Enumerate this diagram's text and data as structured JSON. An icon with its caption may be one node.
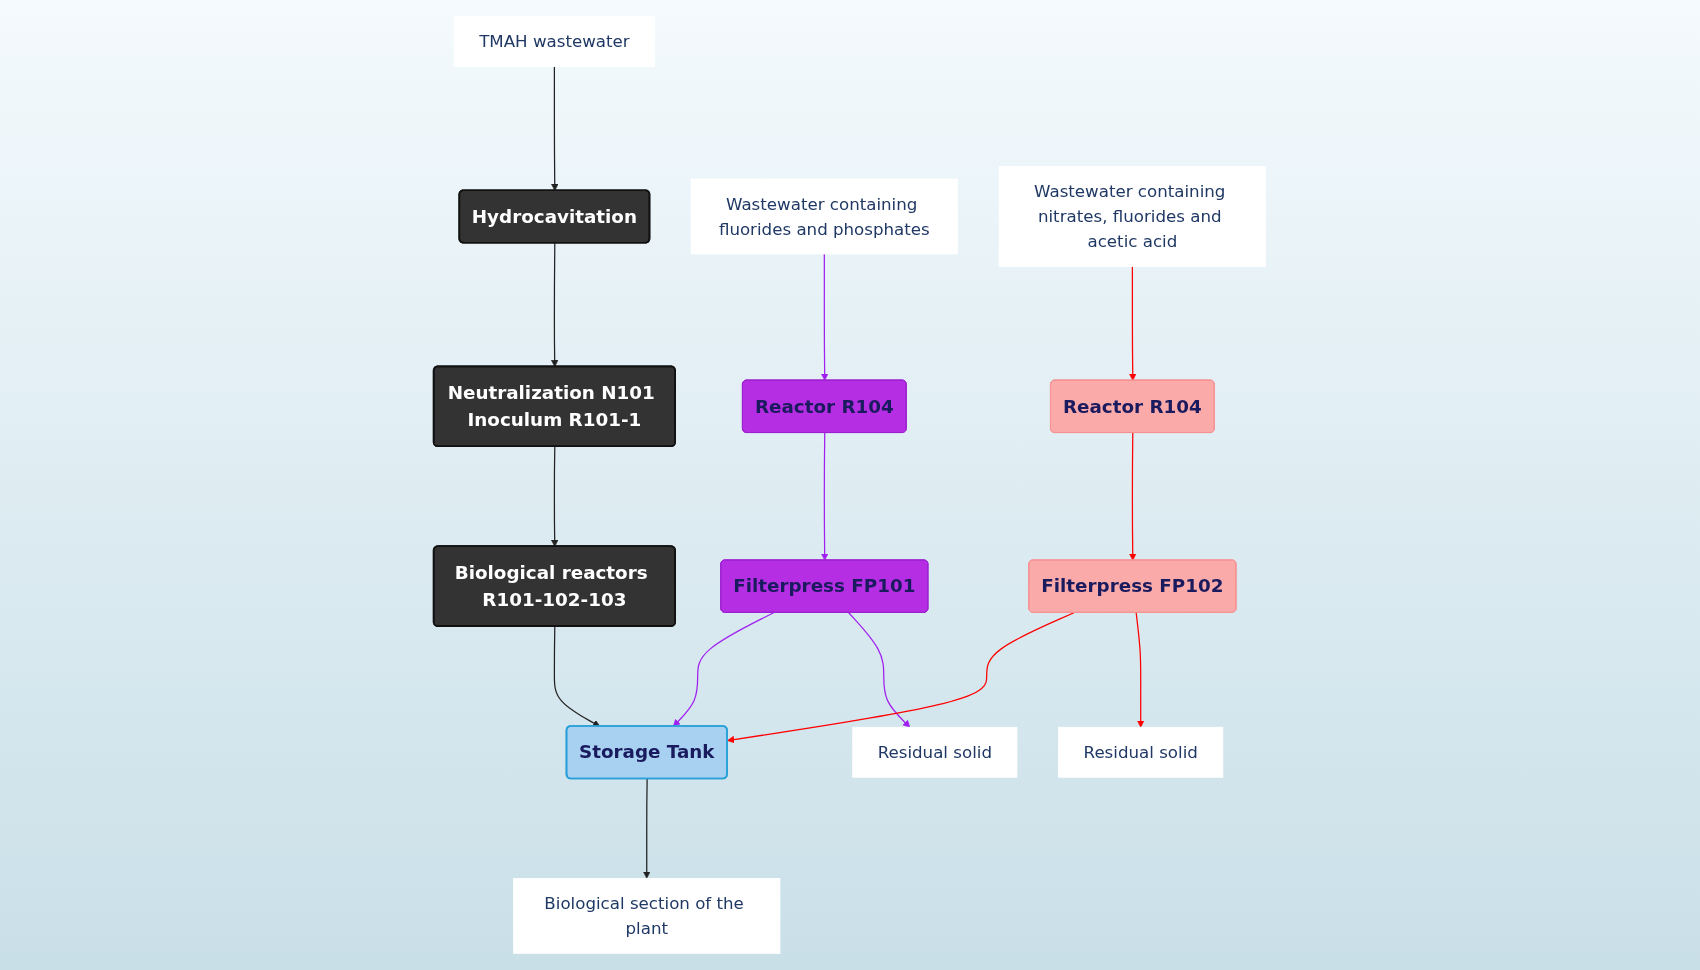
{
  "diagram": {
    "nodes": [
      {
        "text": [
          "TMAH wastewater"
        ]
      },
      {
        "text": [
          "Hydrocavitation"
        ]
      },
      {
        "text": [
          "Neutralization N101 Inoculum R101-1"
        ]
      },
      {
        "text": [
          "Biological reactors R101-102-103"
        ]
      },
      {
        "text": [
          "Wastewater containing fluorides and phosphates"
        ]
      },
      {
        "text": [
          "Reactor R104"
        ]
      },
      {
        "text": [
          "Filterpress FP101"
        ]
      },
      {
        "text": [
          "Residual solid"
        ]
      },
      {
        "text": [
          "Wastewater containing nitrates, fluorides and acetic acid"
        ]
      },
      {
        "text": [
          "Reactor R104"
        ]
      },
      {
        "text": [
          "Filterpress FP102"
        ]
      },
      {
        "text": [
          "Residual solid"
        ]
      },
      {
        "text": [
          "Storage Tank"
        ]
      },
      {
        "text": [
          "Biological section of the plant"
        ]
      }
    ],
    "edges": [
      {
        "from": 0,
        "to": 1,
        "arrow": "to"
      },
      {
        "from": 1,
        "to": 2,
        "arrow": "to"
      },
      {
        "from": 2,
        "to": 3,
        "arrow": "to"
      },
      {
        "from": 3,
        "to": 12,
        "arrow": "to"
      },
      {
        "from": 4,
        "to": 5,
        "arrow": "to",
        "color": "#a020f0"
      },
      {
        "from": 5,
        "to": 6,
        "arrow": "to",
        "color": "#a020f0"
      },
      {
        "from": 6,
        "to": 7,
        "arrow": "to",
        "color": "#a020f0"
      },
      {
        "from": 6,
        "to": 12,
        "arrow": "to",
        "color": "#a020f0"
      },
      {
        "from": 8,
        "to": 9,
        "arrow": "to",
        "color": "#ff0000"
      },
      {
        "from": 9,
        "to": 10,
        "arrow": "to",
        "color": "#ff0000"
      },
      {
        "from": 10,
        "to": 11,
        "arrow": "to",
        "color": "#ff0000"
      },
      {
        "from": 10,
        "to": 12,
        "arrow": "to",
        "color": "#ff0000"
      },
      {
        "from": 12,
        "to": 13,
        "arrow": "to"
      }
    ]
  }
}
